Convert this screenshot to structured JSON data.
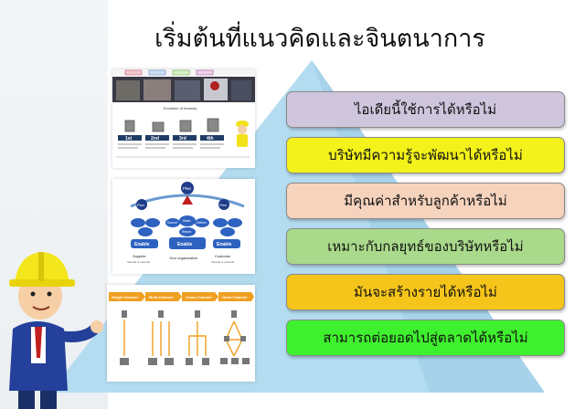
{
  "title": "เริ่มต้นที่แนวคิดและจินตนาการ",
  "questions": [
    {
      "text": "ไอเดียนี้ใช้การได้หรือไม่",
      "color": "#cfc6dd"
    },
    {
      "text": "บริษัทมีความรู้จะพัฒนาได้หรือไม่",
      "color": "#f3f21a"
    },
    {
      "text": "มีคุณค่าสำหรับลูกค้าหรือไม่",
      "color": "#f6d3bd"
    },
    {
      "text": "เหมาะกับกลยุทธ์ของบริษัทหรือไม่",
      "color": "#a9d98a"
    },
    {
      "text": "มันจะสร้างรายได้หรือไม่",
      "color": "#f6c51b"
    },
    {
      "text": "สามารถต่อยอดไปสู่ตลาดได้หรือไม่",
      "color": "#3ff02e"
    }
  ],
  "thumb_industry": {
    "heading": "Evolution of Industry",
    "stages": [
      "1st",
      "2nd",
      "3rd",
      "4th"
    ]
  },
  "thumb_supply": {
    "top": "Plan",
    "nodes": [
      "Plan",
      "Plan",
      "Source",
      "Make",
      "Deliver",
      "Return",
      "Enable"
    ],
    "bottom": [
      "Enable",
      "Enable",
      "Enable"
    ],
    "labels": [
      "Supplier",
      "Your organization",
      "Customer"
    ],
    "sublabels": [
      "Internal or external",
      "Internal or external"
    ]
  },
  "thumb_channel": {
    "headers": [
      "Single Channel",
      "Multi-Channel",
      "Cross-Channel",
      "Omni-Channel"
    ]
  },
  "colors": {
    "pyramid": "#b4dcf0",
    "badge": "#3b6fb0",
    "arrow": "#f0a020"
  }
}
